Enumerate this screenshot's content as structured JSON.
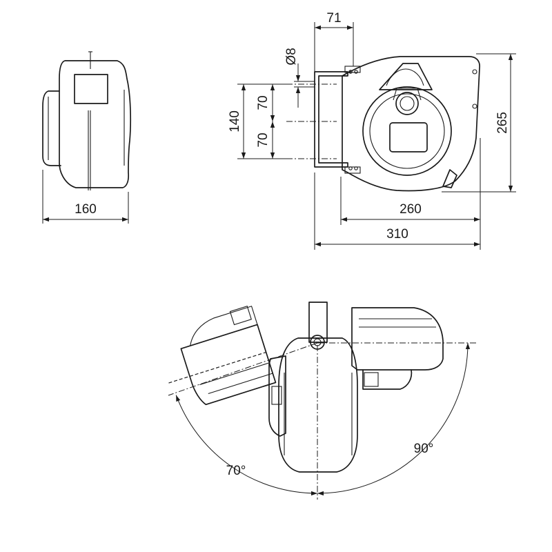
{
  "dimensions": {
    "side_depth": "160",
    "bracket_offset": "71",
    "hole_diameter": "Ø8",
    "hole_spacing_upper": "70",
    "hole_spacing_lower": "70",
    "hole_spacing_total": "140",
    "body_height": "265",
    "body_width": "260",
    "total_width": "310"
  },
  "rotation": {
    "left_swing": "70°",
    "right_swing": "90°"
  }
}
